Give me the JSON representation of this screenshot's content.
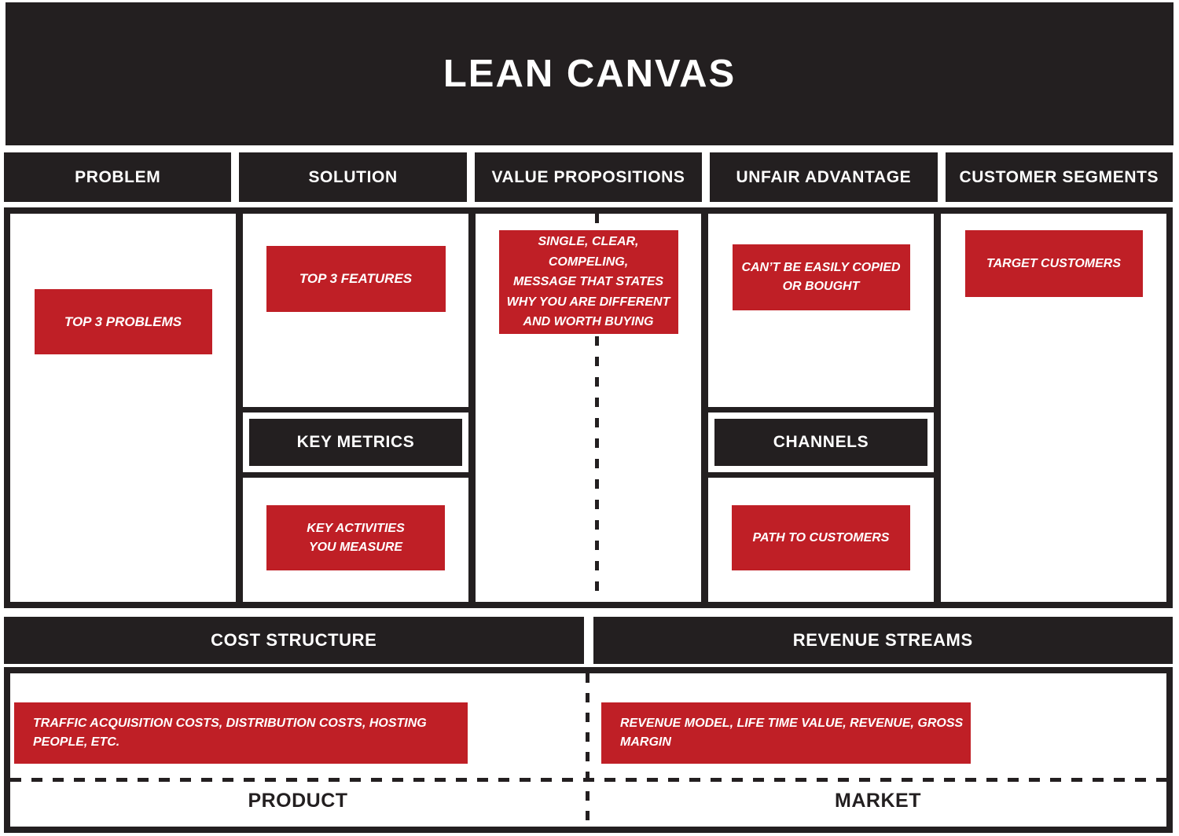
{
  "title": "LEAN CANVAS",
  "colors": {
    "dark": "#231f20",
    "red": "#bf1f26",
    "text_on_dark": "#ffffff",
    "text_on_red": "#ffffff"
  },
  "top_row": {
    "problem": {
      "header": "PROBLEM",
      "note": "TOP 3 PROBLEMS"
    },
    "solution": {
      "header": "SOLUTION",
      "note": "TOP 3 FEATURES",
      "sub_header": "KEY METRICS",
      "sub_note": "KEY ACTIVITIES\nYOU MEASURE"
    },
    "value_propositions": {
      "header": "VALUE PROPOSITIONS",
      "note": "SINGLE, CLEAR, COMPELING,\nMESSAGE THAT STATES\nWHY YOU ARE DIFFERENT\nAND WORTH BUYING"
    },
    "unfair_advantage": {
      "header": "UNFAIR ADVANTAGE",
      "note": "CAN’T BE EASILY COPIED\nOR BOUGHT",
      "sub_header": "CHANNELS",
      "sub_note": "PATH TO CUSTOMERS"
    },
    "customer_segments": {
      "header": "CUSTOMER SEGMENTS",
      "note": "TARGET CUSTOMERS"
    }
  },
  "bottom_row": {
    "cost_structure": {
      "header": "COST STRUCTURE",
      "note": "TRAFFIC ACQUISITION COSTS, DISTRIBUTION COSTS, HOSTING PEOPLE, ETC.",
      "footer": "PRODUCT"
    },
    "revenue_streams": {
      "header": "REVENUE STREAMS",
      "note": "REVENUE MODEL, LIFE TIME VALUE, REVENUE, GROSS MARGIN",
      "footer": "MARKET"
    }
  }
}
